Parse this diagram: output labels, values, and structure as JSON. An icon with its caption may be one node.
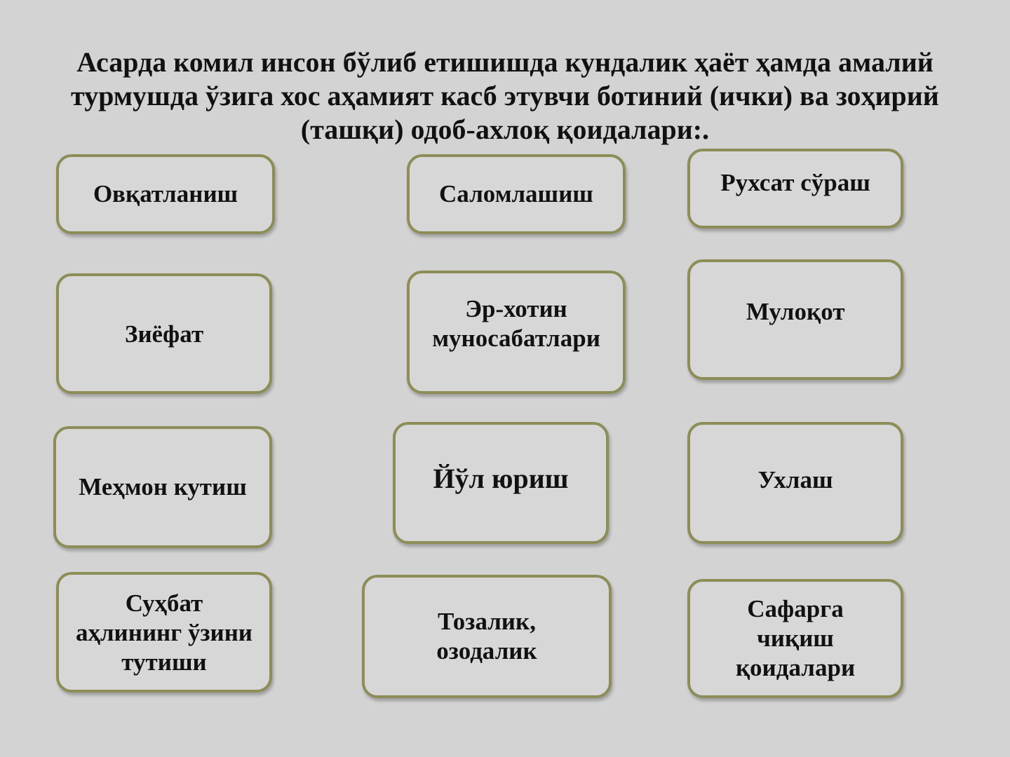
{
  "diagram": {
    "title": "Асарда комил инсон бўлиб етишишда кундалик ҳаёт ҳамда амалий турмушда ўзига хос аҳамият касб этувчи ботиний (ички) ва зоҳирий (ташқи) одоб-ахлоқ қоидалари:.",
    "nodes": [
      {
        "text": [
          "Овқатланиш"
        ]
      },
      {
        "text": [
          "Саломлашиш"
        ]
      },
      {
        "text": [
          "Рухсат сўраш"
        ]
      },
      {
        "text": [
          "Зиёфат"
        ]
      },
      {
        "text": [
          "Эр-хотин муносабатлари"
        ]
      },
      {
        "text": [
          "Мулоқот"
        ]
      },
      {
        "text": [
          "Меҳмон кутиш"
        ]
      },
      {
        "text": [
          "Йўл юриш"
        ]
      },
      {
        "text": [
          "Ухлаш"
        ]
      },
      {
        "text": [
          "Суҳбат аҳлининг ўзини тутиши"
        ]
      },
      {
        "text": [
          "Тозалик, озодалик"
        ]
      },
      {
        "text": [
          "Сафарга чиқиш қоидалари"
        ]
      }
    ]
  }
}
